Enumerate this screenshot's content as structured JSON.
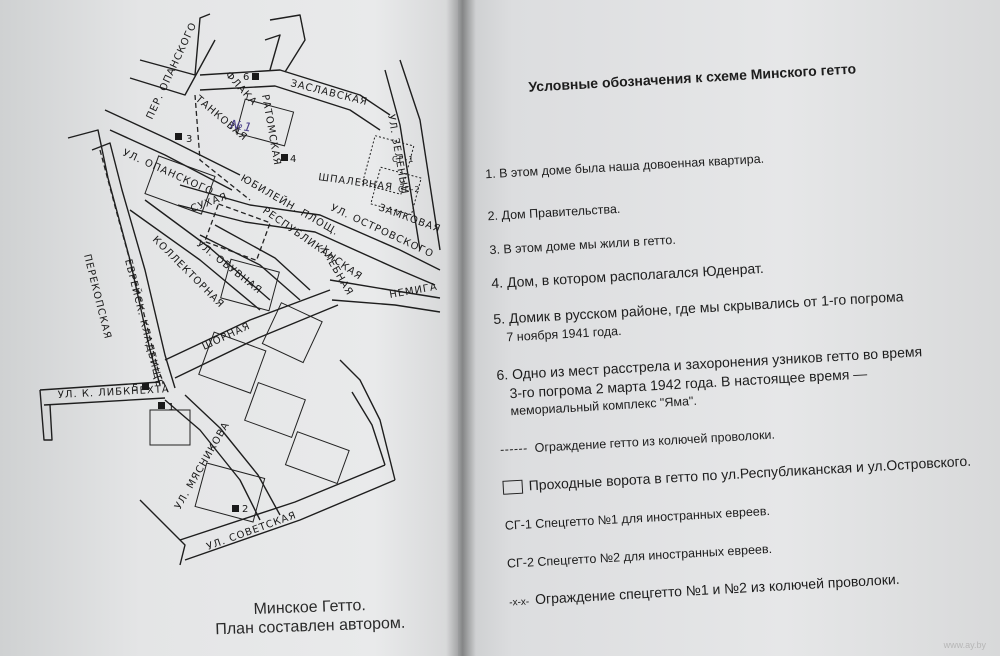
{
  "map": {
    "caption_line1": "Минское Гетто.",
    "caption_line2": "План составлен автором.",
    "streets": {
      "zaslavskaya": "ЗАСЛАВСКАЯ",
      "opanskogo": "УЛ. ОПАНСКОГО",
      "per_opanskogo": "ПЕР. ОПАНСКОГО",
      "flaka": "ФЛАКА",
      "ratomskaya": "РАТОМСКАЯ",
      "tankovaya": "ТАНКОВАЯ",
      "yubileynaya": "ЮБИЛЕЙН. ПЛОЩ.",
      "shpalernaya": "ШПАЛЕРНАЯ",
      "ostrovskogo": "УЛ. ОСТРОВСКОГО",
      "sukhaya": "СУХАЯ",
      "respublikanskaya": "РЕСПУБЛИКАНСКАЯ",
      "obuvnaya": "УЛ. ОБУВНАЯ",
      "kollektornaya": "КОЛЛЕКТОРНАЯ",
      "evr_kladb": "ЕВРЕЙСК. КЛАДБИЩЕ",
      "perekopskaya": "ПЕРЕКОПСКАЯ",
      "shornaya": "ШОРНАЯ",
      "libknekhta": "УЛ. К. ЛИБКНЕХТА",
      "myasnikova": "УЛ. МЯСНИКОВА",
      "sovetskaya": "УЛ. СОВЕТСКАЯ",
      "nemiga": "НЕМИГА",
      "zamkovaya": "ЗАМКОВАЯ",
      "hlebnaya": "ХЛЕБНАЯ",
      "zelenyi": "УЛ. ЗЕЛЕНЫЙ",
      "sg1": "СГ-1",
      "sg2": "СГ-2",
      "handwritten": "№1"
    },
    "markers": [
      "1",
      "2",
      "3",
      "4",
      "5",
      "6"
    ]
  },
  "legend": {
    "title": "Условные обозначения к схеме Минского гетто",
    "items": [
      "1. В этом доме была наша довоенная квартира.",
      "2. Дом Правительства.",
      "3. В этом доме мы жили в гетто.",
      "4. Дом, в котором располагался Юденрат.",
      "5. Домик в русском районе, где мы скрывались от 1-го погрома",
      "7 ноября 1941 года.",
      "6. Одно из мест расстрела и захоронения узников гетто во время",
      "3-го погрома 2 марта 1942 года. В настоящее время —",
      "мемориальный комплекс \"Яма\".",
      "Ограждение гетто из колючей проволоки.",
      "Проходные ворота в гетто по ул.Республиканская и ул.Островского.",
      "СГ-1 Спецгетто №1 для иностранных евреев.",
      "СГ-2 Спецгетто №2 для иностранных евреев.",
      "-x-x-",
      "Ограждение спецгетто №1 и №2 из колючей проволоки."
    ]
  },
  "watermark": "www.ay.by"
}
